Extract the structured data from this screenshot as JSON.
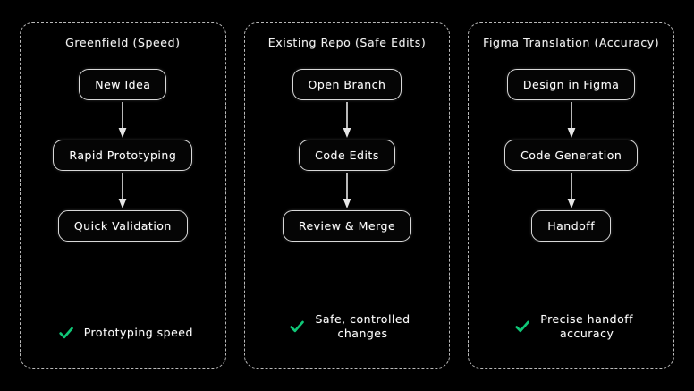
{
  "theme": {
    "background": "#000000",
    "panel_border": "#b9b9b9",
    "node_border": "#d8d8d8",
    "text": "#ffffff",
    "accent_check": "#10c878"
  },
  "panels": [
    {
      "title": "Greenfield (Speed)",
      "nodes": [
        "New Idea",
        "Rapid Prototyping",
        "Quick Validation"
      ],
      "benefit": {
        "icon": "check-icon",
        "label": "Prototyping speed"
      }
    },
    {
      "title": "Existing Repo (Safe Edits)",
      "nodes": [
        "Open Branch",
        "Code Edits",
        "Review & Merge"
      ],
      "benefit": {
        "icon": "check-icon",
        "label": "Safe, controlled\nchanges"
      }
    },
    {
      "title": "Figma Translation (Accuracy)",
      "nodes": [
        "Design in Figma",
        "Code Generation",
        "Handoff"
      ],
      "benefit": {
        "icon": "check-icon",
        "label": "Precise handoff\naccuracy"
      }
    }
  ]
}
